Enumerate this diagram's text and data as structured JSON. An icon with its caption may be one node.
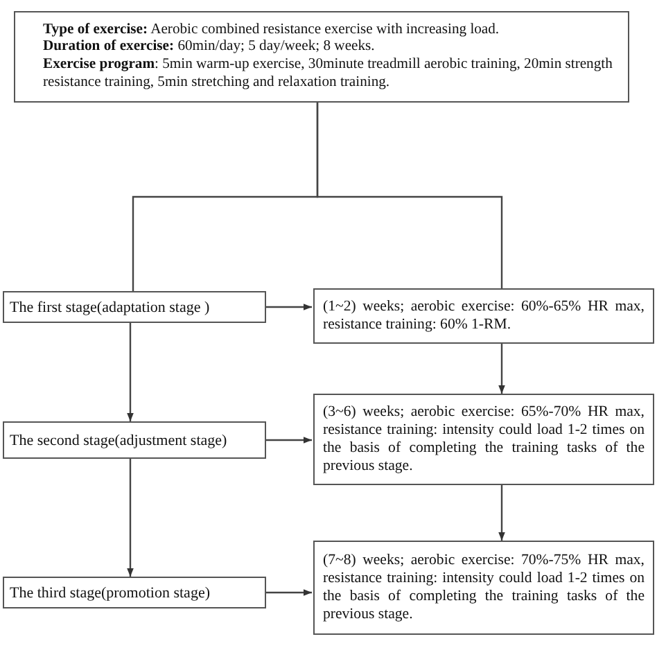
{
  "diagram": {
    "nodes": [
      {
        "text": [
          "**Type of exercise:** Aerobic combined resistance exercise with increasing load.",
          "**Duration of exercise:** 60min/day; 5 day/week; 8 weeks.",
          "**Exercise program**: 5min warm-up exercise, 30minute treadmill aerobic training, 20min strength resistance training, 5min stretching and relaxation training."
        ]
      },
      {
        "text": [
          "The first stage(adaptation stage )"
        ]
      },
      {
        "text": [
          "(1~2) weeks; aerobic exercise: 60%-65% HR max, resistance training: 60% 1-RM."
        ]
      },
      {
        "text": [
          "The second stage(adjustment stage)"
        ]
      },
      {
        "text": [
          "(3~6) weeks; aerobic exercise: 65%-70% HR max, resistance training: intensity could load 1-2 times on the basis of completing the training tasks of the previous stage."
        ]
      },
      {
        "text": [
          "The third stage(promotion stage)"
        ]
      },
      {
        "text": [
          "(7~8) weeks; aerobic exercise: 70%-75% HR max, resistance training: intensity could load 1-2 times on the basis of completing the training tasks of the previous stage."
        ]
      }
    ],
    "edges": [
      {
        "from": 0,
        "to": 1,
        "arrow": "none"
      },
      {
        "from": 0,
        "to": 2,
        "arrow": "none"
      },
      {
        "from": 1,
        "to": 2,
        "arrow": "to"
      },
      {
        "from": 1,
        "to": 3,
        "arrow": "to"
      },
      {
        "from": 2,
        "to": 4,
        "arrow": "to"
      },
      {
        "from": 3,
        "to": 4,
        "arrow": "to"
      },
      {
        "from": 3,
        "to": 5,
        "arrow": "to"
      },
      {
        "from": 4,
        "to": 6,
        "arrow": "to"
      },
      {
        "from": 5,
        "to": 6,
        "arrow": "to"
      }
    ]
  }
}
